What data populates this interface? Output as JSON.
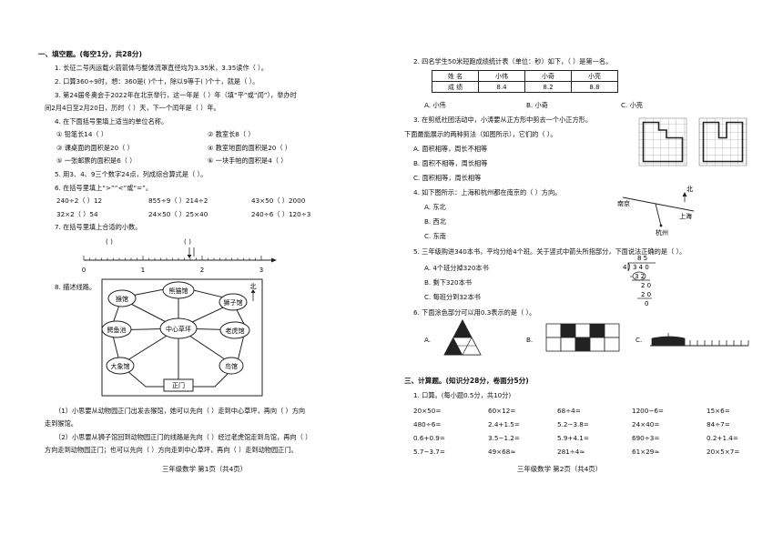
{
  "left": {
    "section1_title": "一、填空题。(每空1分，共28分)",
    "q1": "1. 长征二号丙运载火箭箭体与整体流罩直径均为3.35米，3.35读作（        ）。",
    "q2": "2. 口算360÷9时，想：360是(      )个十，除以9等于(      )个十，就是（        ）。",
    "q3a": "3. 第24届冬奥会于2022年在北京举行，这一年是（        ）年（填“平”或“闰”），举办时",
    "q3b": "间2月4日至2月20日，历时（        ）天，下一个闰年是（        ）年。",
    "q4": "4. 在下面括号里填上适当的单位名称。",
    "q4_items": [
      "① 铅笔长14（        ）",
      "② 教室长8（        ）",
      "③ 课桌面的面积是20（        ）",
      "④ 教室地面的面积是20（        ）",
      "⑤ 一张邮票的面积是6（        ）",
      "⑥ 一块手帕的面积是4（        ）"
    ],
    "q5": "5. 用3、4、9三个数字24点，列成综合算式是（                    ）。",
    "q6": "6. 在括号里填上“>”“<”或“=”。",
    "q6_items": [
      "240÷2（    ）12",
      "855÷9（    ）214÷2",
      "43×50（    ）2000",
      "32×2（    ）54",
      "24×50（    ）25×40",
      "240÷6（    ）120÷3"
    ],
    "q7": "7. 在括号里填上合适的小数。",
    "q7_ticks": [
      "0",
      "1",
      "2",
      "3"
    ],
    "q7_brackets": [
      "(      )",
      "(      )"
    ],
    "q8": "8. 描述线路。",
    "map_nodes": [
      "猴馆",
      "熊猫馆",
      "狮子馆",
      "鳄鱼池",
      "中心草坪",
      "老虎馆",
      "大象馆",
      "鸟馆",
      "正门"
    ],
    "map_north": "北",
    "q8_1a": "（1）小思要从动物园正门出发去猴馆，她可以先向（        ）走到中心草坪，再向（        ）方向",
    "q8_1b": "走到猴馆。",
    "q8_2a": "（2）小思要从狮子馆回到动物园正门的线路是先向（        ）经过老虎馆走到鸟馆，再向（        ）",
    "q8_2b": "方向走到动物园正门；也可以先向（        ）方向走到中心草坪，再向（        ）走到动物园正门。",
    "footer": "三年级数学  第1页（共4页）"
  },
  "right": {
    "q2": "2. 四名学生50米短跑成绩统计表（单位：秒）如下，（        ）是第一名。",
    "table_header": [
      "姓 名",
      "小伟",
      "小奇",
      "小亮"
    ],
    "table_row": [
      "成 绩",
      "8.4",
      "8.2",
      "8.8"
    ],
    "q2_options": [
      "A. 小伟",
      "B. 小奇",
      "C. 小亮"
    ],
    "q3a": "3. 在剪纸社团活动中，小涛要从正方形中剪去一个小正方形。",
    "q3b": "下面最能展示的两种剪法（如图所示），它们的（    ）。",
    "q3_options": [
      "A. 面积相等，周长不相等",
      "B. 面积不相等，周长相等",
      "C. 面积相等，周长相等"
    ],
    "q4": "4. 如下图所示：上海和杭州都在南京的（        ）方向。",
    "q4_options": [
      "A. 东北",
      "B. 西北",
      "C. 东南"
    ],
    "q4_map": [
      "南京",
      "上海",
      "杭州",
      "北"
    ],
    "q5": "5. 三年级购进340本书，平均分给4个班。关于竖式中箭头所指部分，下面说法正确的是（     ）。",
    "q5_options": [
      "A. 4个班分掉320本书",
      "B. 剩下320本书",
      "C. 每班分到32本书"
    ],
    "q5_calc": [
      "8 5",
      "4",
      "3 4 0",
      "3 2",
      "2 0",
      "2 0",
      "0"
    ],
    "q6": "6. 下面涂色部分可以用0.3表示的是（        ）。",
    "q6_options": [
      "A.",
      "B.",
      "C."
    ],
    "section3_title": "三、计算题。(知识分28分，卷面分5分)",
    "calc_title": "1. 口算。(每小题0.5分，共10分)",
    "calc_rows": [
      [
        "20×50=",
        "60×12=",
        "68÷4=",
        "1200−6=",
        "15×6="
      ],
      [
        "480÷6=",
        "2.4+1.5=",
        "5.2−3.8=",
        "24×40=",
        "84÷7="
      ],
      [
        "0.6+0.9=",
        "3.5−1.2=",
        "5.9+4.1=",
        "690÷3=",
        "0.2+1.4="
      ],
      [
        "5.7−3.7=",
        "49×68≈",
        "281÷4≈",
        "61×29≈",
        "20×5×7="
      ]
    ],
    "footer": "三年级数学  第2页（共4页）"
  }
}
